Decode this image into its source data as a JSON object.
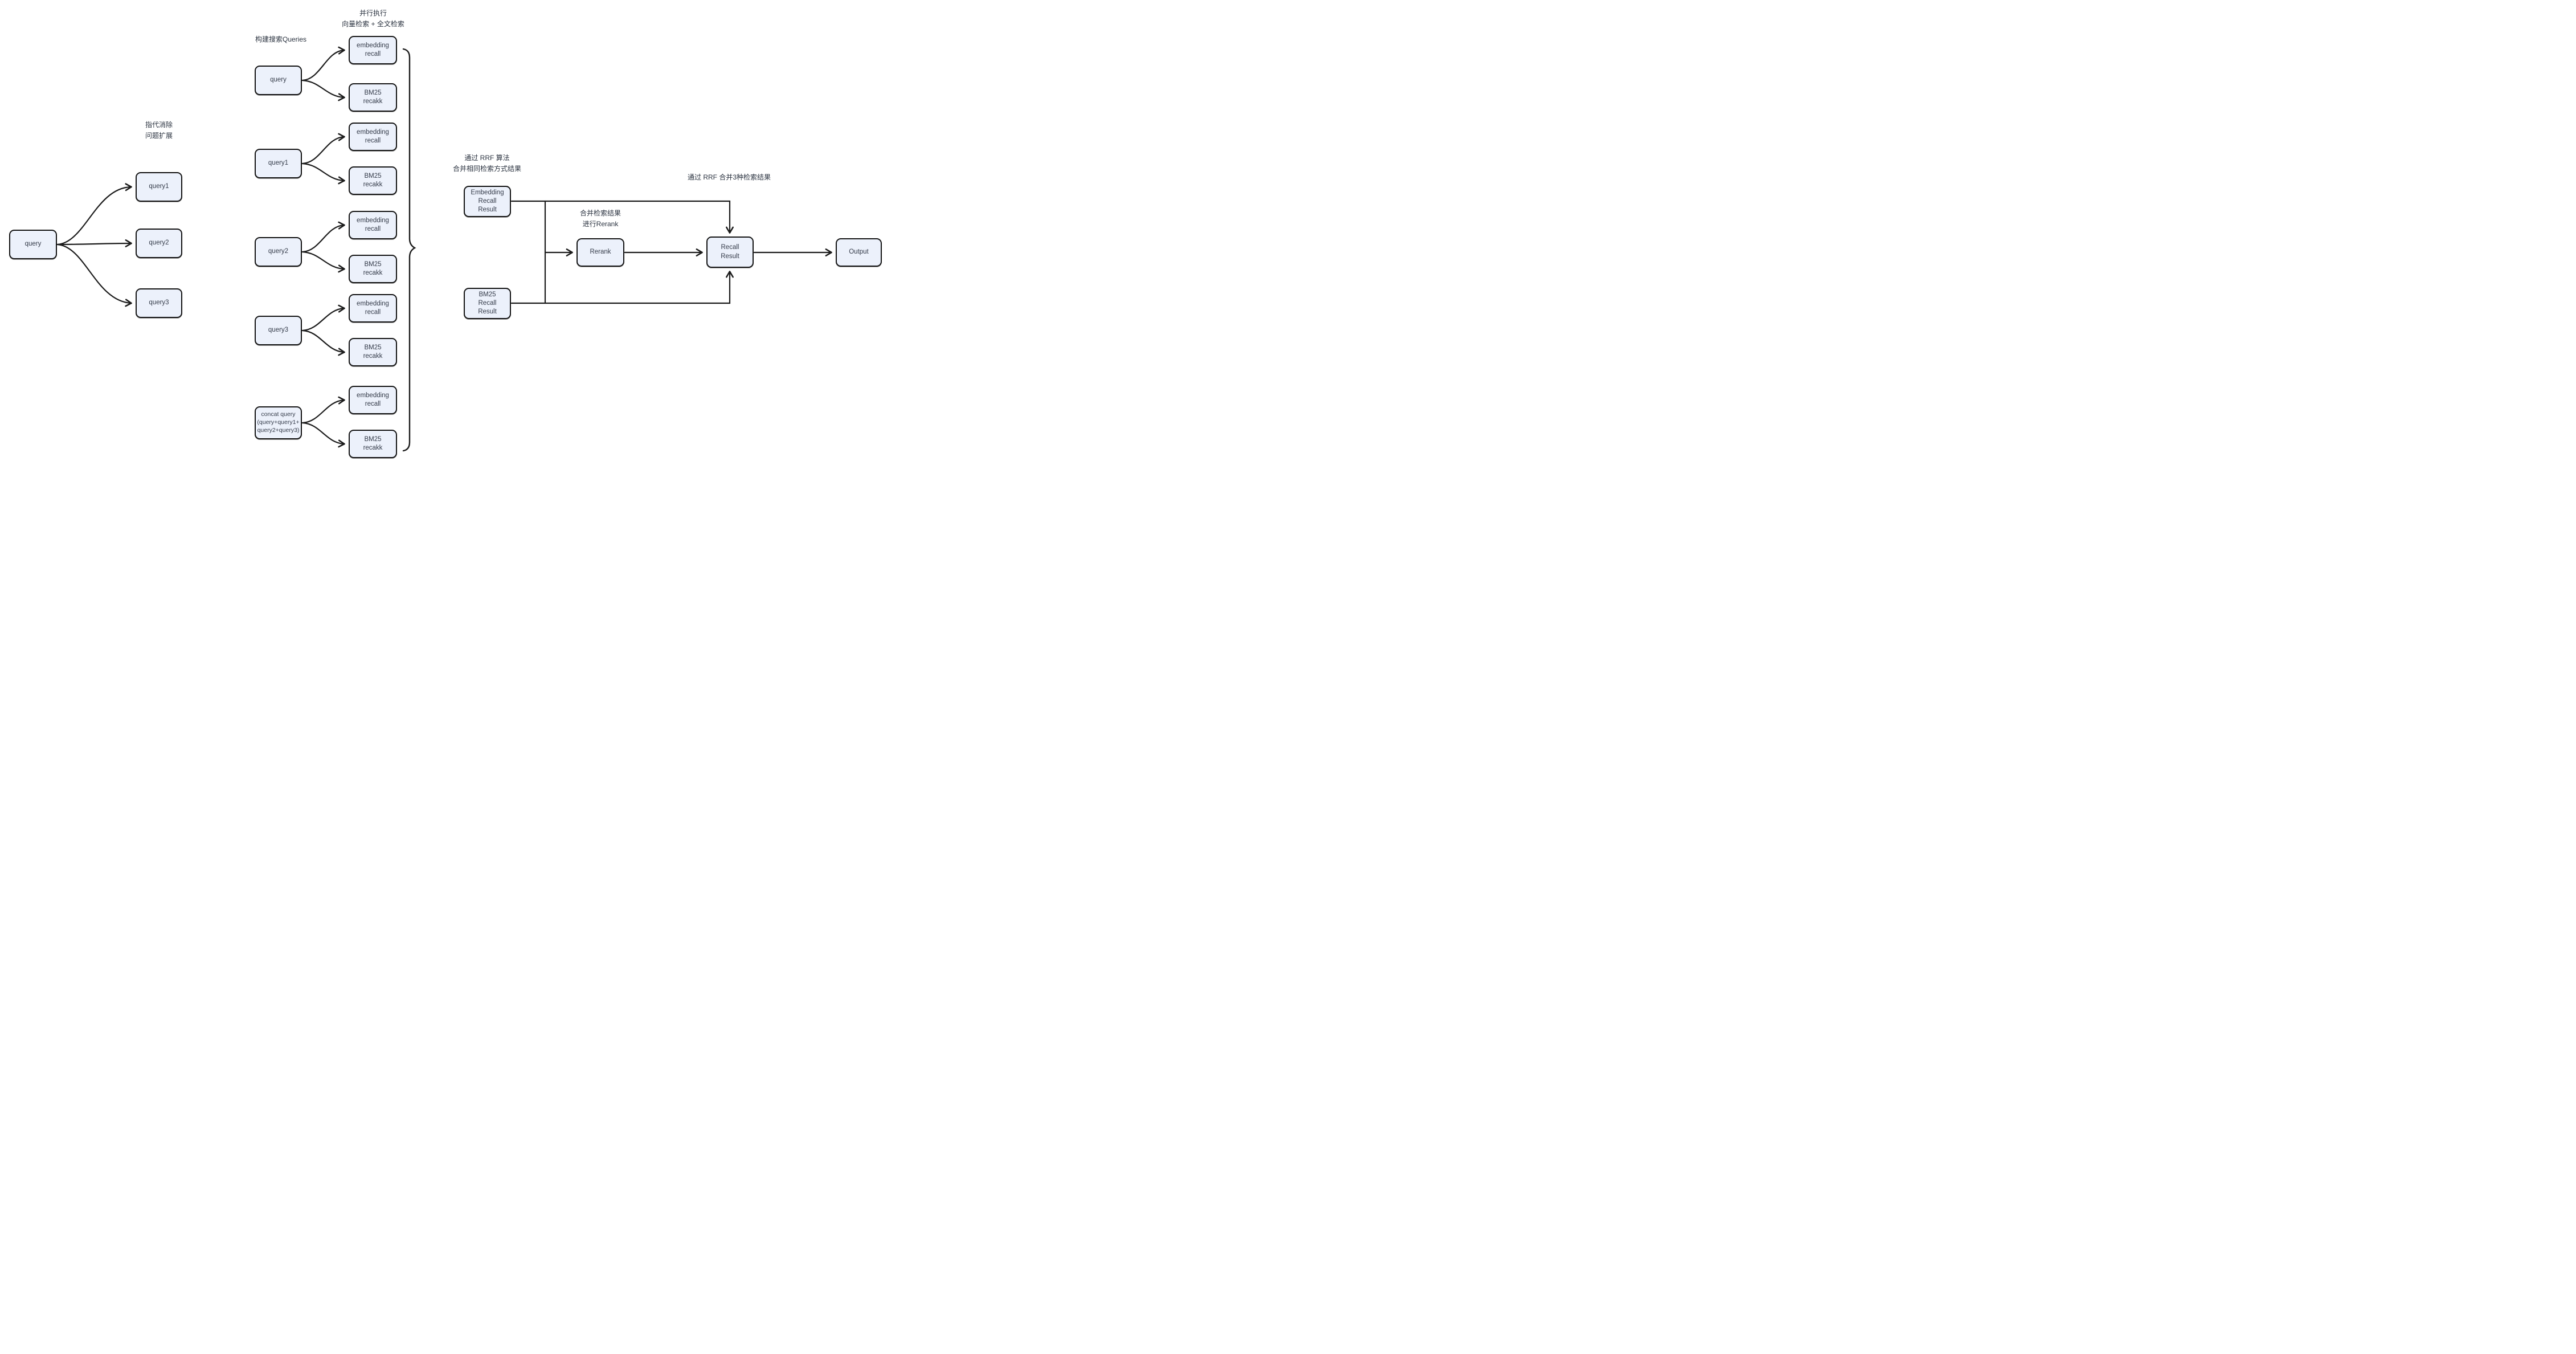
{
  "diagram": {
    "colors": {
      "node_fill": "#ecf1fb",
      "node_border": "#141414",
      "text": "#343b49",
      "line": "#1b1b1b"
    },
    "left": {
      "annotation": "指代消除\n问题扩展",
      "query": "query",
      "expanded": [
        "query1",
        "query2",
        "query3"
      ]
    },
    "middle": {
      "build_queries_label": "构建搜索Queries",
      "parallel_label": "并行执行\n向量检索 + 全文检索",
      "groups": [
        {
          "source": "query",
          "embedding": "embedding\nrecall",
          "bm25": "BM25\nrecakk"
        },
        {
          "source": "query1",
          "embedding": "embedding\nrecall",
          "bm25": "BM25\nrecakk"
        },
        {
          "source": "query2",
          "embedding": "embedding\nrecall",
          "bm25": "BM25\nrecakk"
        },
        {
          "source": "query3",
          "embedding": "embedding\nrecall",
          "bm25": "BM25\nrecakk"
        },
        {
          "source": "concat query\n(query+query1+\nquery2+query3)",
          "embedding": "embedding\nrecall",
          "bm25": "BM25\nrecakk"
        }
      ]
    },
    "right": {
      "rrf_same_label": "通过 RRF 算法\n合并相同检索方式结果",
      "embedding_result": "Embedding\nRecall\nResult",
      "bm25_result": "BM25\nRecall\nResult",
      "rerank_label": "合并检索结果\n进行Rerank",
      "rerank": "Rerank",
      "rrf_three_label": "通过 RRF 合并3种检索结果",
      "recall_result": "Recall\nResult",
      "output": "Output"
    }
  }
}
